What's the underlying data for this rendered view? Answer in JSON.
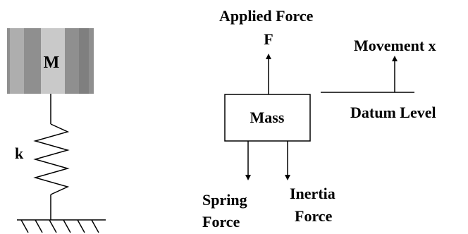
{
  "mass_block": {
    "label": "M"
  },
  "spring": {
    "label": "k"
  },
  "free_body": {
    "applied_force_label": "Applied Force",
    "force_symbol": "F",
    "mass_label": "Mass",
    "movement_label": "Movement x",
    "datum_label": "Datum Level",
    "spring_force_label_line1": "Spring",
    "spring_force_label_line2": "Force",
    "inertia_force_label_line1": "Inertia",
    "inertia_force_label_line2": "Force"
  },
  "colors": {
    "mass_gray": "#9a9a9a",
    "mass_light": "#c8c8c8",
    "line": "#000000"
  }
}
